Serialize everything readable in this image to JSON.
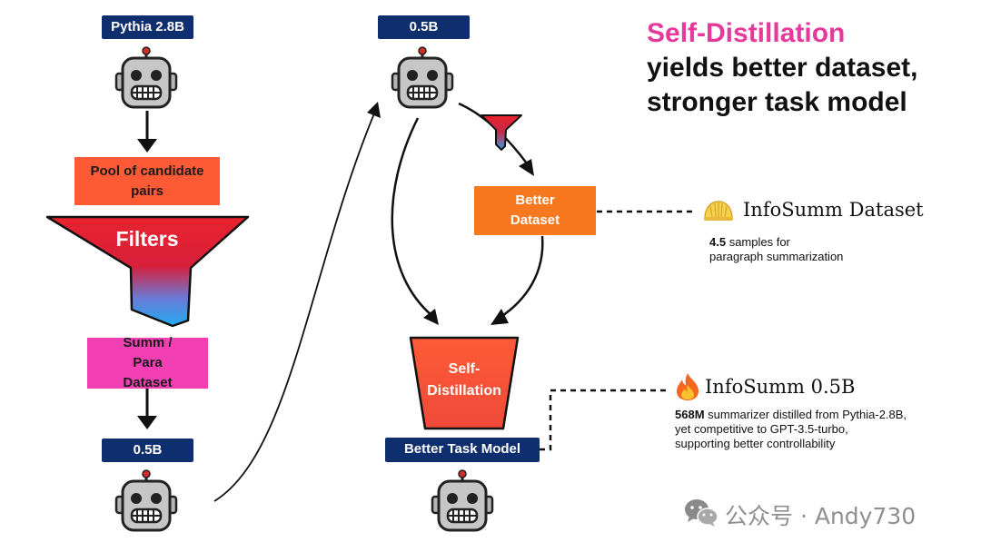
{
  "headline": {
    "line1": "Self-Distillation",
    "line2": "yields better dataset,",
    "line3": "stronger task model",
    "accent_color": "#e6399b"
  },
  "left_column": {
    "teacher_label": "Pythia 2.8B",
    "pool_box": "Pool of candidate pairs",
    "filters_label": "Filters",
    "dataset_box": "Summ / Para Dataset",
    "student_label": "0.5B"
  },
  "right_column": {
    "top_label": "0.5B",
    "better_dataset_box": "Better Dataset",
    "self_distillation_bucket": "Self-Distillation",
    "task_model_label": "Better Task Model"
  },
  "infosumm_dataset": {
    "icon": "dumpling-icon",
    "title": "InfoSumm Dataset",
    "count_bold": "4.5",
    "desc_line1": " samples for",
    "desc_line2": "paragraph summarization"
  },
  "infosumm_model": {
    "icon": "fire-icon",
    "title": "InfoSumm 0.5B",
    "size_bold": "568M",
    "desc_line1": " summarizer distilled from Pythia-2.8B,",
    "desc_line2": "yet competitive to GPT-3.5-turbo,",
    "desc_line3": "supporting better controllability"
  },
  "watermark": {
    "icon": "wechat-icon",
    "text": "公众号 · Andy730"
  },
  "colors": {
    "navy": "#0f2e6e",
    "pool_orange": "#ff5a36",
    "dataset_pink": "#f23fb4",
    "better_orange": "#f7781f",
    "bucket_red": "#f4533c"
  }
}
